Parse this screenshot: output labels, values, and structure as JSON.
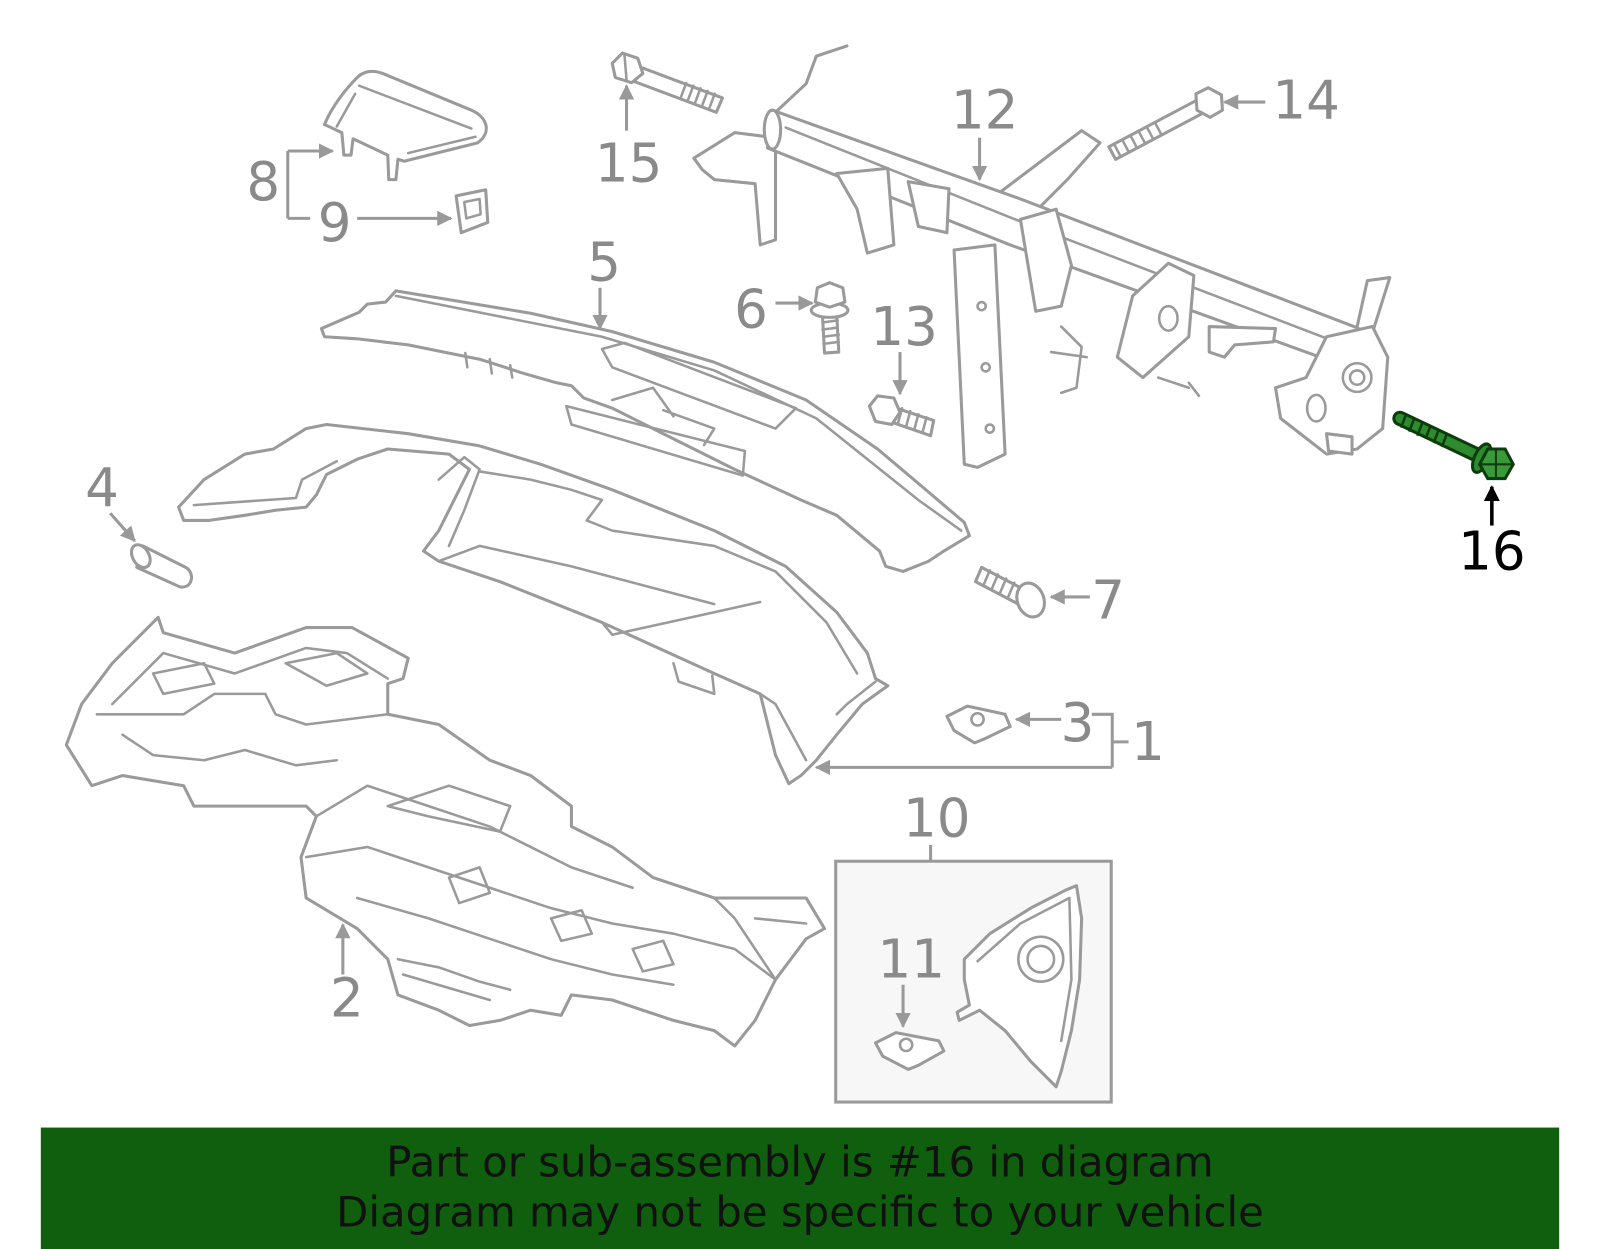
{
  "diagram": {
    "callouts": {
      "c1": "1",
      "c2": "2",
      "c3": "3",
      "c4": "4",
      "c5": "5",
      "c6": "6",
      "c7": "7",
      "c8": "8",
      "c9": "9",
      "c10": "10",
      "c11": "11",
      "c12": "12",
      "c13": "13",
      "c14": "14",
      "c15": "15",
      "c16": "16"
    }
  },
  "banner": {
    "line1": "Part or sub-assembly is #16 in diagram",
    "line2": "Diagram may not be specific to your vehicle"
  },
  "colors": {
    "line": "#9a9a9a",
    "label": "#8a8a8a",
    "highlight": "#2e8b2e",
    "highlight_label": "#000000",
    "banner_bg": "#0f5f0f"
  }
}
